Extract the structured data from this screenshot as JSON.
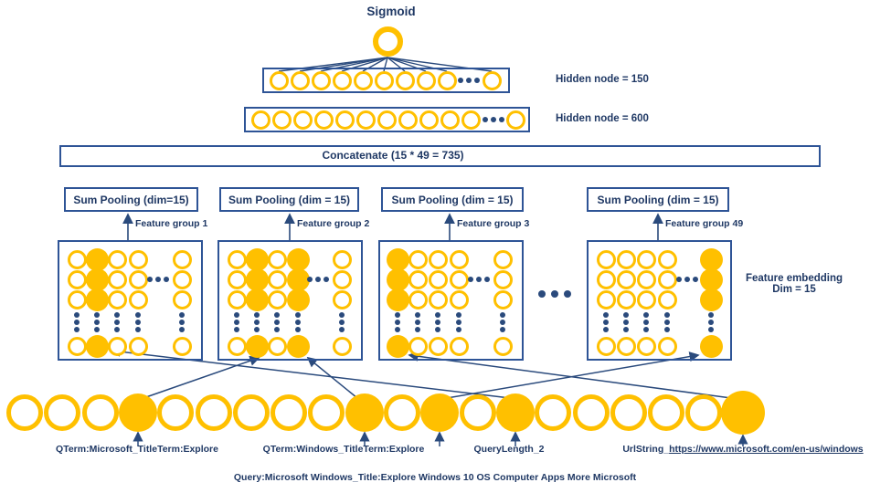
{
  "colors": {
    "gold": "#FFC000",
    "navy_text": "#1f3864",
    "line_navy": "#2a4a7c",
    "box_blue": "#2e5496"
  },
  "sigmoid": {
    "label": "Sigmoid"
  },
  "hidden_layers": [
    {
      "label": "Hidden node = 150",
      "nodes_before_ellipsis": 9,
      "nodes_after_ellipsis": 1
    },
    {
      "label": "Hidden node = 600",
      "nodes_before_ellipsis": 11,
      "nodes_after_ellipsis": 1
    }
  ],
  "concatenate": {
    "label": "Concatenate (15 * 49 = 735)"
  },
  "feature_groups": [
    {
      "pooling_label": "Sum Pooling (dim=15)",
      "group_label": "Feature group 1",
      "filled_columns": [
        2
      ]
    },
    {
      "pooling_label": "Sum Pooling (dim = 15)",
      "group_label": "Feature group 2",
      "filled_columns": [
        2,
        4
      ]
    },
    {
      "pooling_label": "Sum Pooling (dim = 15)",
      "group_label": "Feature group 3",
      "filled_columns": [
        1
      ]
    },
    {
      "pooling_label": "Sum Pooling (dim = 15)",
      "group_label": "Feature group 49",
      "filled_columns": [
        5
      ]
    }
  ],
  "embedding_note": {
    "line1": "Feature embedding",
    "line2": "Dim = 15"
  },
  "input_layer": {
    "node_count": 20,
    "filled_nodes": [
      4,
      10,
      12,
      14,
      20
    ]
  },
  "input_labels": [
    {
      "text": "QTerm:Microsoft_TitleTerm:Explore",
      "points_to_node": 4
    },
    {
      "text": "QTerm:Windows_TitleTerm:Explore",
      "points_to_node": 10
    },
    {
      "text": "QueryLength_2",
      "points_to_node": 14
    },
    {
      "text_prefix": "UrlString_",
      "text_link": "https://www.microsoft.com/en-us/windows",
      "points_to_node": 20
    }
  ],
  "connections": [
    {
      "from_node": 4,
      "to_group": 2,
      "to_column": 2
    },
    {
      "from_node": 10,
      "to_group": 2,
      "to_column": 4
    },
    {
      "from_node": 12,
      "to_group": 4,
      "to_column": 5
    },
    {
      "from_node": 14,
      "to_group": 1,
      "to_column": 2
    },
    {
      "from_node": 20,
      "to_group": 3,
      "to_column": 1
    }
  ],
  "query_caption": "Query:Microsoft Windows_Title:Explore Windows 10 OS Computer Apps More Microsoft"
}
